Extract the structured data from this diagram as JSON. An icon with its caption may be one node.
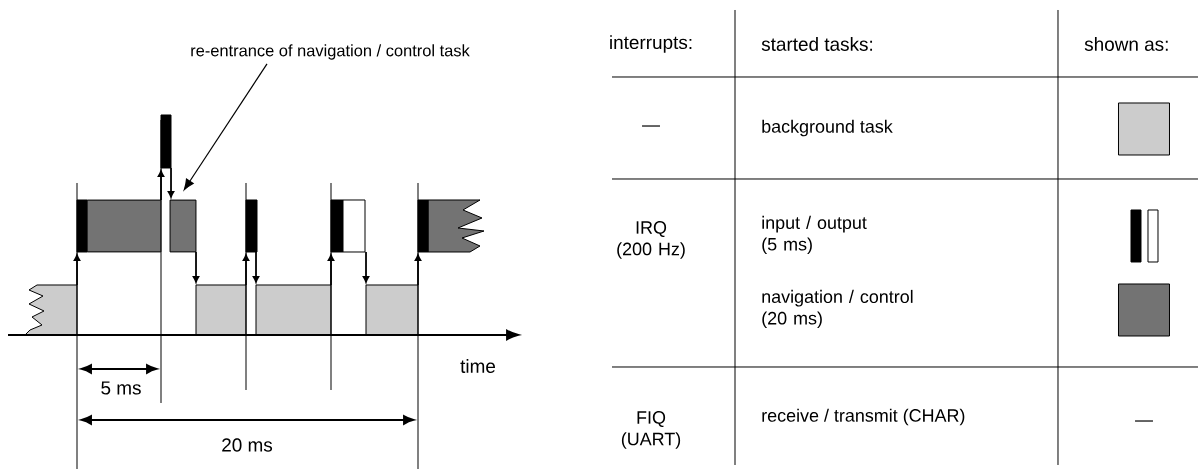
{
  "diagram": {
    "nodes": [
      {
        "text": [
          "re-entrance of navigation / control task"
        ]
      },
      {
        "text": [],
        "shape": "box"
      },
      {
        "text": [],
        "shape": "box"
      }
    ],
    "edges": [
      {
        "from": 0,
        "to": 2,
        "arrow": "to"
      }
    ],
    "labels": [
      "time",
      "5 ms",
      "20 ms",
      "interrupts:",
      "started tasks:",
      "shown as:",
      "—",
      "IRQ (200 Hz)",
      "FIQ (UART)",
      "receive / transmit (CHAR)",
      "—"
    ],
    "legend": [
      {
        "text": "background task",
        "color": "#cccccc"
      },
      {
        "text": "input / output (5 ms)"
      },
      {
        "text": "navigation / control (20 ms)",
        "color": "#737373"
      }
    ]
  }
}
